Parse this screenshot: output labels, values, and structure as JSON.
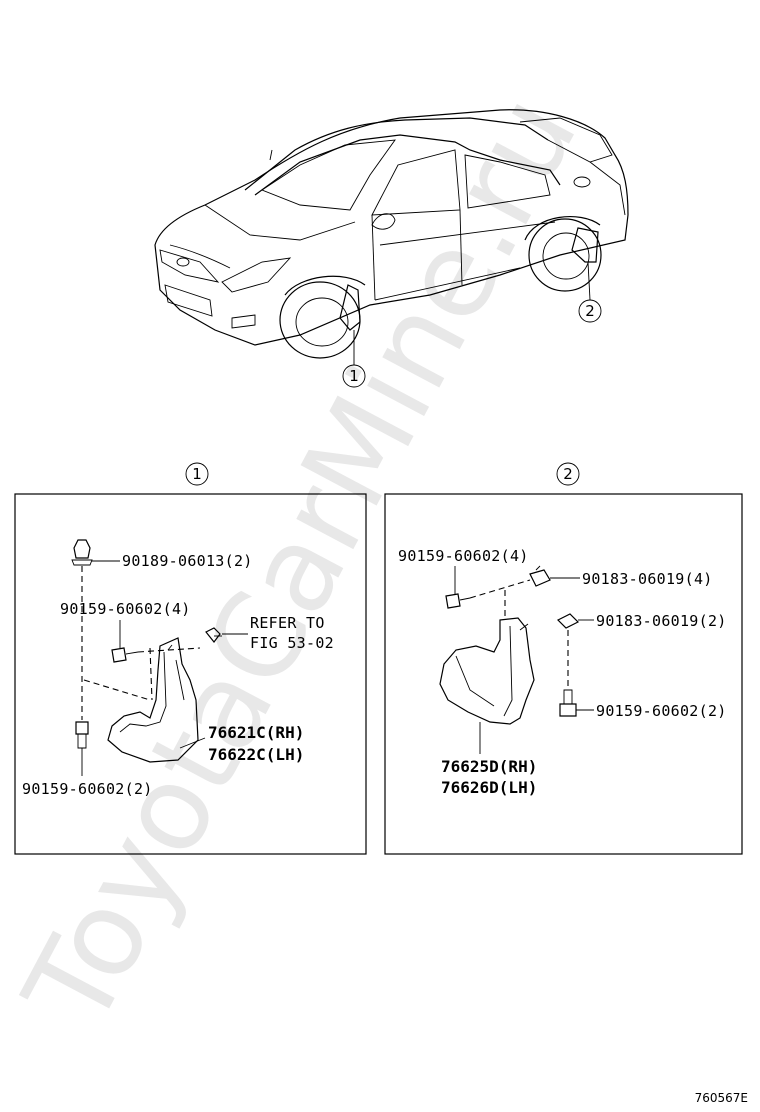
{
  "watermark": "ToyotaCarMine.ru",
  "figure_code": "760567E",
  "callouts": {
    "one": "1",
    "two": "2"
  },
  "panel_1": {
    "parts": {
      "clip_top": "90189-06013(2)",
      "screw_mid": "90159-60602(4)",
      "refer_line1": "REFER TO",
      "refer_line2": "FIG 53-02",
      "flap_rh": "76621C(RH)",
      "flap_lh": "76622C(LH)",
      "screw_bottom": "90159-60602(2)"
    }
  },
  "panel_2": {
    "parts": {
      "screw_top": "90159-60602(4)",
      "nut_top": "90183-06019(4)",
      "nut_mid": "90183-06019(2)",
      "screw_right": "90159-60602(2)",
      "flap_rh": "76625D(RH)",
      "flap_lh": "76626D(LH)"
    }
  }
}
